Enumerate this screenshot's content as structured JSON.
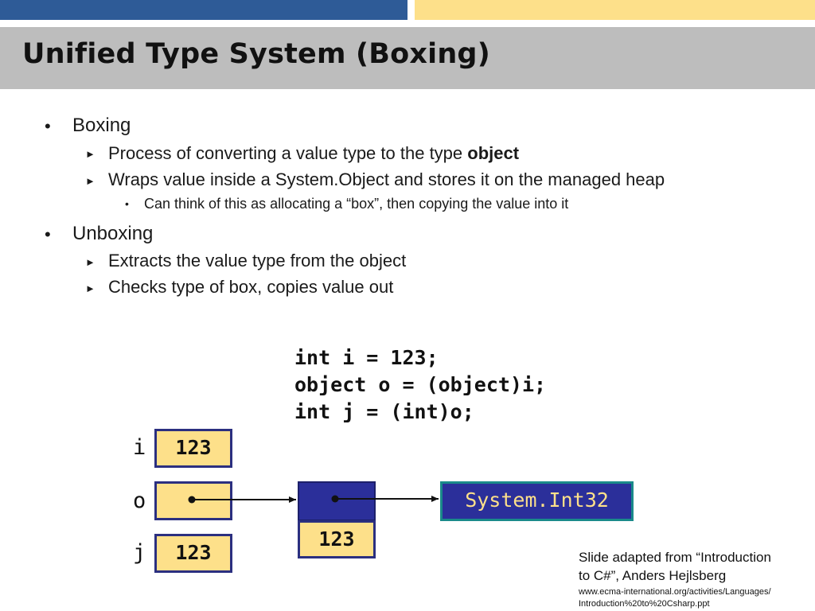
{
  "slide": {
    "title": "Unified Type System (Boxing)",
    "bullets": {
      "boxing": {
        "label": "Boxing",
        "sub1_text": "Process of converting a value type to the type ",
        "sub1_bold": "object",
        "sub2": "Wraps value inside a System.Object and stores it on the managed heap",
        "sub2_child": "Can think of this as allocating a “box”, then copying the value into it"
      },
      "unboxing": {
        "label": "Unboxing",
        "sub1": "Extracts the value type from the object",
        "sub2": "Checks type of box, copies value out"
      }
    },
    "code": {
      "line1": "int i = 123;",
      "line2": "object o = (object)i;",
      "line3": "int j = (int)o;"
    },
    "diagram": {
      "var_i": "i",
      "var_o": "o",
      "var_j": "j",
      "i_value": "123",
      "j_value": "123",
      "heap_value": "123",
      "type_name": "System.Int32"
    },
    "credit": {
      "line1": "Slide adapted from “Introduction",
      "line2": "to C#”, Anders Hejlsberg",
      "url1": "www.ecma-international.org/activities/Languages/",
      "url2": "Introduction%20to%20Csharp.ppt"
    },
    "colors": {
      "top_bar_blue": "#2e5b97",
      "top_bar_yellow": "#fde08a",
      "title_band": "#bdbdbd",
      "box_fill": "#fde08a",
      "box_border": "#2b2f80",
      "heap_header": "#2b2f9a"
    }
  }
}
